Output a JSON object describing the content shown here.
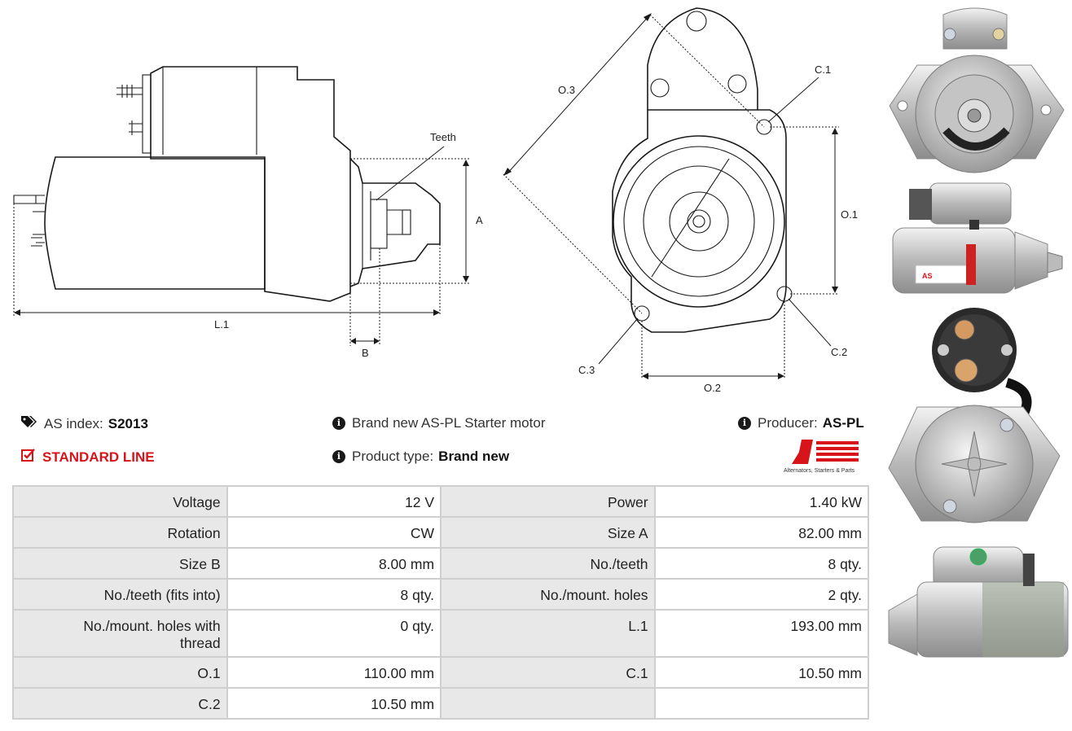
{
  "diagram": {
    "labels": {
      "teeth": "Teeth",
      "a": "A",
      "b": "B",
      "l1": "L.1",
      "o1": "O.1",
      "o2": "O.2",
      "o3": "O.3",
      "c1": "C.1",
      "c2": "C.2",
      "c3": "C.3"
    }
  },
  "info": {
    "as_index_label": "AS index:",
    "as_index_value": "S2013",
    "line": "STANDARD LINE",
    "description": "Brand new AS-PL Starter motor",
    "product_type_label": "Product type:",
    "product_type_value": "Brand new",
    "producer_label": "Producer:",
    "producer_value": "AS-PL"
  },
  "logo": {
    "mark": "AS",
    "tagline": "Alternators, Starters & Parts"
  },
  "specs": [
    [
      "Voltage",
      "12 V",
      "Power",
      "1.40 kW"
    ],
    [
      "Rotation",
      "CW",
      "Size A",
      "82.00 mm"
    ],
    [
      "Size B",
      "8.00 mm",
      "No./teeth",
      "8 qty."
    ],
    [
      "No./teeth (fits into)",
      "8 qty.",
      "No./mount. holes",
      "2 qty."
    ],
    [
      "No./mount. holes with thread",
      "0 qty.",
      "L.1",
      "193.00 mm"
    ],
    [
      "O.1",
      "110.00 mm",
      "C.1",
      "10.50 mm"
    ],
    [
      "C.2",
      "10.50 mm",
      "",
      ""
    ]
  ],
  "colors": {
    "accent_red": "#d7141a",
    "table_border": "#cfcfcf",
    "key_cell": "#e8e8e8"
  }
}
